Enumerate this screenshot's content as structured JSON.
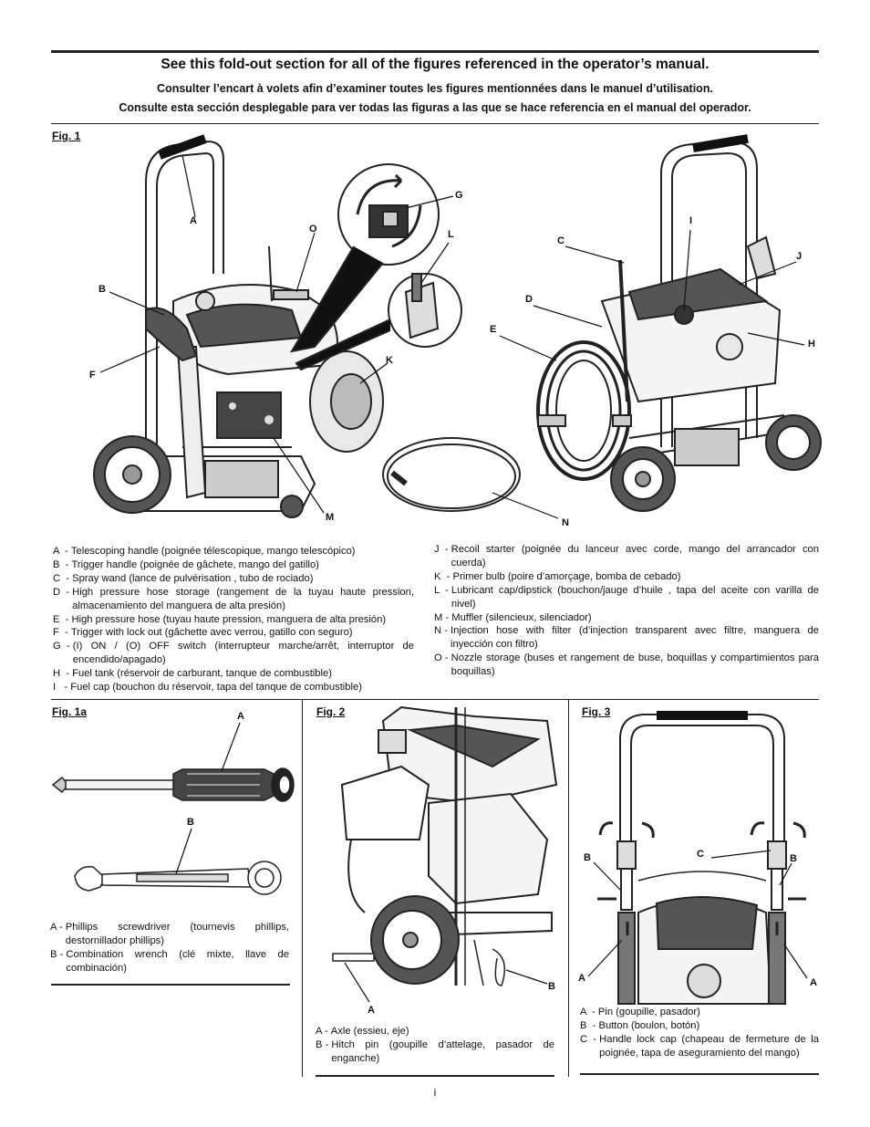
{
  "header": {
    "line_en": "See this fold-out section for all of the figures referenced in the operator’s manual.",
    "line_fr": "Consulter l’encart à volets afin d’examiner toutes les figures mentionnées dans le manuel d’utilisation.",
    "line_es": "Consulte esta sección desplegable para ver todas las figuras a las que se hace referencia en el manual del operador."
  },
  "fig1": {
    "label": "Fig. 1",
    "callouts": {
      "A": "A",
      "B": "B",
      "C": "C",
      "D": "D",
      "E": "E",
      "F": "F",
      "G": "G",
      "H": "H",
      "I": "I",
      "J": "J",
      "K": "K",
      "L": "L",
      "M": "M",
      "N": "N",
      "O": "O"
    },
    "legend_left": [
      {
        "key": "A  - ",
        "text": "Telescoping handle (poignée télescopique, mango telescópico)"
      },
      {
        "key": "B  - ",
        "text": "Trigger handle (poignée de gâchete, mango del gatillo)"
      },
      {
        "key": "C  - ",
        "text": "Spray wand (lance de pulvérisation , tubo de rociado)"
      },
      {
        "key": "D  - ",
        "text": "High pressure hose storage (rangement de la tuyau haute pression, almacenamiento del manguera de alta presión)"
      },
      {
        "key": "E  - ",
        "text": "High pressure hose (tuyau haute pression, manguera de alta presión)"
      },
      {
        "key": "F  - ",
        "text": "Trigger with lock out (gâchette avec verrou, gatillo con seguro)"
      },
      {
        "key": "G  - ",
        "text": "(I) ON / (O) OFF switch (interrupteur marche/arrêt, interruptor de encendido/apagado)"
      },
      {
        "key": "H  - ",
        "text": "Fuel tank (réservoir de carburant, tanque de combustible)"
      },
      {
        "key": "I   - ",
        "text": "Fuel cap (bouchon du réservoir, tapa del tanque de combustible)"
      }
    ],
    "legend_right": [
      {
        "key": "J  - ",
        "text": "Recoil starter (poignée du lanceur avec corde, mango del arrancador con cuerda)"
      },
      {
        "key": "K  - ",
        "text": "Primer bulb (poire d’amorçage, bomba de cebado)"
      },
      {
        "key": "L  - ",
        "text": "Lubricant cap/dipstick (bouchon/jauge d’huile , tapa del aceite con varilla de nivel)"
      },
      {
        "key": "M - ",
        "text": "Muffler (silencieux,  silenciador)"
      },
      {
        "key": "N - ",
        "text": "Injection hose with filter (d’injection transparent avec filtre, manguera de inyección con filtro)"
      },
      {
        "key": "O - ",
        "text": "Nozzle storage (buses et rangement de buse, boquillas y compartimientos para boquillas)"
      }
    ]
  },
  "fig1a": {
    "label": "Fig. 1a",
    "callouts": {
      "A": "A",
      "B": "B"
    },
    "legend": [
      {
        "key": "A - ",
        "text": "Phillips screwdriver (tournevis phillips, destornillador phillips)"
      },
      {
        "key": "B - ",
        "text": "Combination wrench (clé mixte, llave de combinación)"
      }
    ]
  },
  "fig2": {
    "label": "Fig. 2",
    "callouts": {
      "A": "A",
      "B": "B"
    },
    "legend": [
      {
        "key": "A - ",
        "text": "Axle  (essieu, eje)"
      },
      {
        "key": "B - ",
        "text": "Hitch pin (goupille d’attelage, pasador de enganche)"
      }
    ]
  },
  "fig3": {
    "label": "Fig. 3",
    "callouts": {
      "A": "A",
      "B": "B",
      "C": "C"
    },
    "legend": [
      {
        "key": "A  - ",
        "text": "Pin (goupille, pasador)"
      },
      {
        "key": "B  - ",
        "text": "Button (boulon, botón)"
      },
      {
        "key": "C  - ",
        "text": "Handle lock cap (chapeau de fermeture de la poignée, tapa de aseguramiento del mango)"
      }
    ]
  },
  "page_number": "i"
}
